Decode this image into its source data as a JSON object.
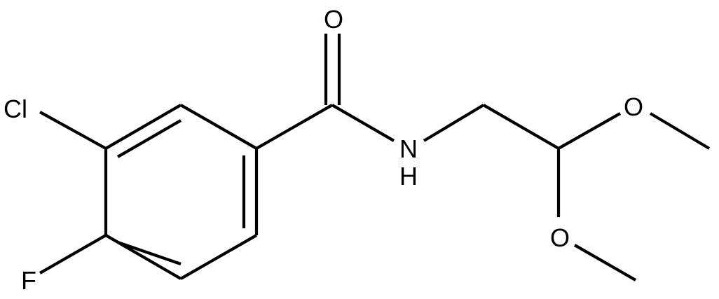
{
  "atoms": {
    "chlorine": "Cl",
    "fluorine": "F",
    "carbonyl_oxygen": "O",
    "amide_nitrogen": "N",
    "amide_hydrogen": "H",
    "methoxy_oxygen_upper": "O",
    "methoxy_oxygen_lower": "O"
  },
  "colors": {
    "bond": "#000000",
    "label": "#000000",
    "background": "#ffffff"
  }
}
